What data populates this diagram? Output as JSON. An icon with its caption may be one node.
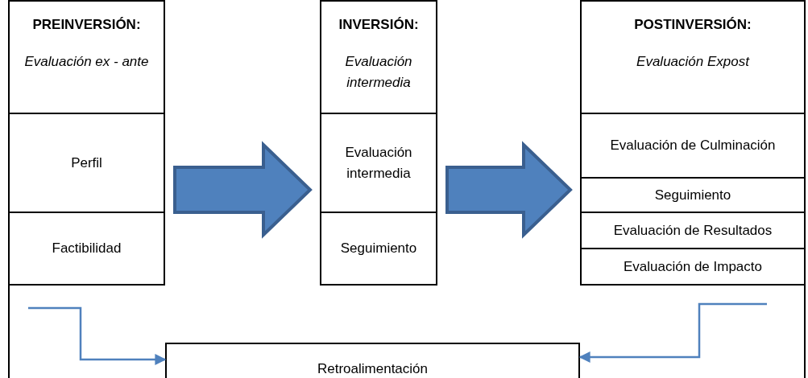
{
  "diagram": {
    "nodes": [
      {
        "text": [],
        "shape": "box"
      },
      {
        "text": [
          "PREINVERSIÓN:",
          "Evaluación ex - ante"
        ],
        "in": 0
      },
      {
        "text": [
          "Perfil"
        ],
        "in": 0
      },
      {
        "text": [
          "Factibilidad"
        ],
        "in": 0
      },
      {
        "text": [],
        "shape": "box"
      },
      {
        "text": [
          "INVERSIÓN:",
          "Evaluación intermedia"
        ],
        "in": 4
      },
      {
        "text": [
          "Evaluación intermedia"
        ],
        "in": 4
      },
      {
        "text": [
          "Seguimiento"
        ],
        "in": 4
      },
      {
        "text": [],
        "shape": "box"
      },
      {
        "text": [
          "POSTINVERSIÓN:",
          "Evaluación Expost"
        ],
        "in": 8
      },
      {
        "text": [
          "Evaluación de Culminación"
        ],
        "in": 8
      },
      {
        "text": [
          "Seguimiento"
        ],
        "in": 8
      },
      {
        "text": [
          "Evaluación de Resultados"
        ],
        "in": 8
      },
      {
        "text": [
          "Evaluación de Impacto"
        ],
        "in": 8
      },
      {
        "text": [
          "Retroalimentación"
        ]
      }
    ],
    "edges": [
      {
        "from": 0,
        "to": 4,
        "arrow": "to",
        "style": "thick"
      },
      {
        "from": 4,
        "to": 8,
        "arrow": "to",
        "style": "thick"
      },
      {
        "from": null,
        "to": 14,
        "arrow": "to"
      },
      {
        "from": null,
        "to": 14,
        "arrow": "to"
      }
    ]
  }
}
